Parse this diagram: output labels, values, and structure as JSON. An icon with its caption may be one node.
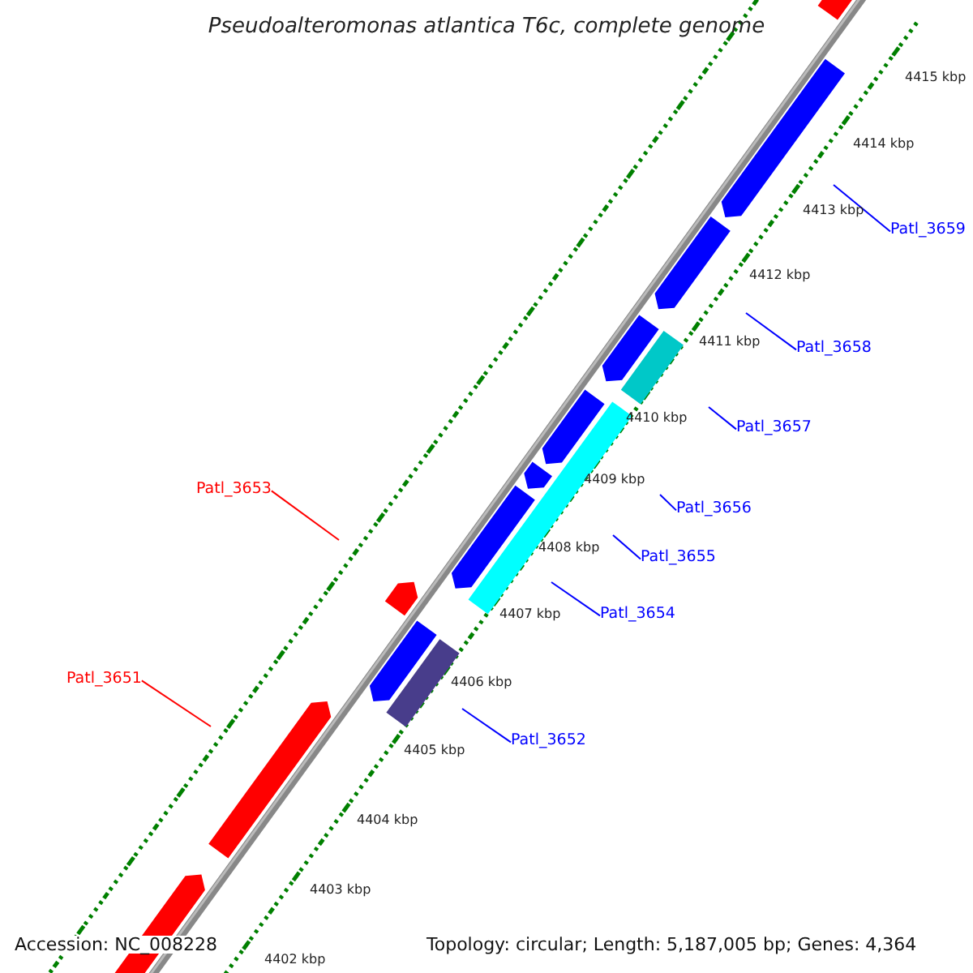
{
  "diagram": {
    "title": "Pseudoalteromonas atlantica T6c, complete genome",
    "nodes": [
      {
        "text": [
          "Patl_3659"
        ]
      },
      {
        "text": [
          "Patl_3658"
        ]
      },
      {
        "text": [
          "Patl_3657"
        ]
      },
      {
        "text": [
          "Patl_3653"
        ]
      },
      {
        "text": [
          "Patl_3656"
        ]
      },
      {
        "text": [
          "Patl_3655"
        ]
      },
      {
        "text": [
          "Patl_3654"
        ]
      },
      {
        "text": [
          "Patl_3651"
        ]
      },
      {
        "text": [
          "Patl_3652"
        ]
      }
    ],
    "edges": [
      {
        "from": 0,
        "to": null,
        "arrow": "none"
      },
      {
        "from": 1,
        "to": null,
        "arrow": "none"
      },
      {
        "from": 2,
        "to": null,
        "arrow": "none"
      },
      {
        "from": 3,
        "to": null,
        "arrow": "none",
        "color": "#ff0000"
      },
      {
        "from": 4,
        "to": null,
        "arrow": "none"
      },
      {
        "from": 5,
        "to": null,
        "arrow": "none"
      },
      {
        "from": 6,
        "to": null,
        "arrow": "none"
      },
      {
        "from": 7,
        "to": null,
        "arrow": "none",
        "color": "#ff0000"
      },
      {
        "from": 8,
        "to": null,
        "arrow": "none"
      }
    ],
    "labels": [
      "4415 kbp",
      "4414 kbp",
      "4413 kbp",
      "4412 kbp",
      "4411 kbp",
      "4410 kbp",
      "4409 kbp",
      "4408 kbp",
      "4407 kbp",
      "4406 kbp",
      "4405 kbp",
      "4404 kbp",
      "4403 kbp",
      "4402 kbp",
      "Accession: NC_008228",
      "Topology: circular; Length: 5,187,005 bp; Genes: 4,364"
    ]
  }
}
